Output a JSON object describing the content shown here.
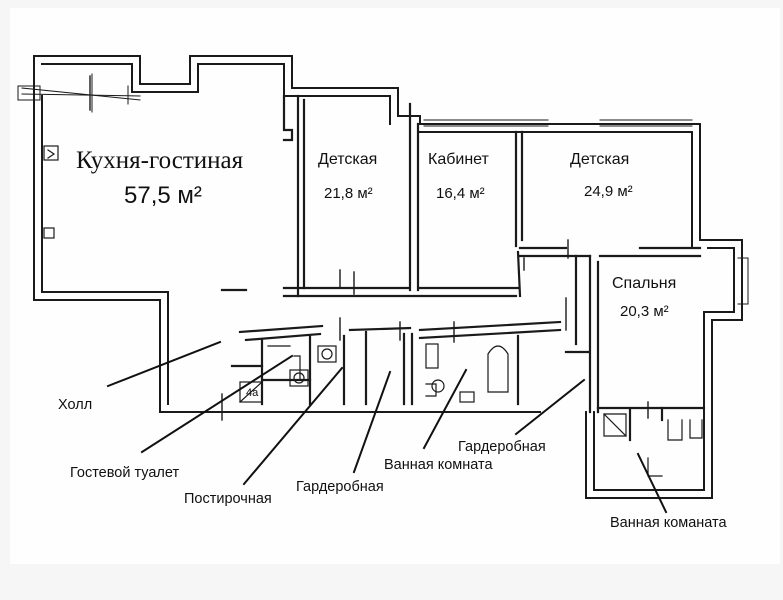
{
  "rooms": {
    "kitchen": {
      "name": "Кухня-гостиная",
      "area": "57,5 м²"
    },
    "kids1": {
      "name": "Детская",
      "area": "21,8 м²"
    },
    "office": {
      "name": "Кабинет",
      "area": "16,4 м²"
    },
    "kids2": {
      "name": "Детская",
      "area": "24,9 м²"
    },
    "bedroom": {
      "name": "Спальня",
      "area": "20,3 м²"
    }
  },
  "callouts": {
    "hall": "Холл",
    "guest_toilet": "Гостевой туалет",
    "laundry": "Постирочная",
    "wardrobe1": "Гардеробная",
    "bathroom1": "Ванная комната",
    "wardrobe2": "Гардеробная",
    "bathroom2": "Ванная команата"
  },
  "marks": {
    "shaft": "4а"
  },
  "colors": {
    "wall": "#1a1a1a",
    "ink": "#111111",
    "paper": "#fefefe"
  }
}
